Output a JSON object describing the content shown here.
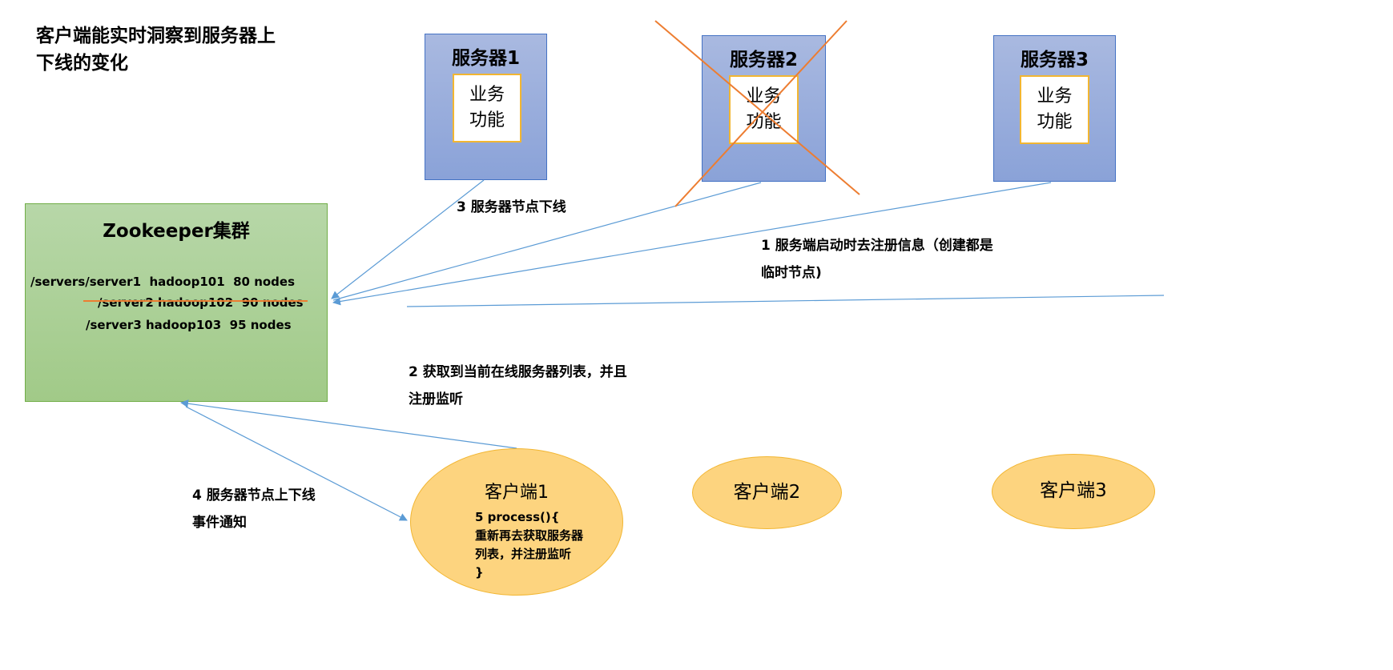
{
  "title": "客户端能实时洞察到服务器上下线的变化",
  "servers": [
    {
      "name": "服务器1",
      "function": "业务功能",
      "offline": false
    },
    {
      "name": "服务器2",
      "function": "业务功能",
      "offline": true
    },
    {
      "name": "服务器3",
      "function": "业务功能",
      "offline": false
    }
  ],
  "zookeeper": {
    "title": "Zookeeper集群",
    "rows": [
      "/servers/server1  hadoop101  80 nodes",
      "/server2 hadoop102  90 nodes",
      "/server3 hadoop103  95 nodes"
    ]
  },
  "steps": {
    "s1": "1  服务端启动时去注册信息（创建都是临时节点)",
    "s2": "2  获取到当前在线服务器列表，并且注册监听",
    "s3": "3 服务器节点下线",
    "s4": "4  服务器节点上下线事件通知"
  },
  "clients": [
    {
      "name": "客户端1",
      "code": [
        "5 process(){",
        "重新再去获取服务器",
        "列表，并注册监听",
        "}"
      ]
    },
    {
      "name": "客户端2"
    },
    {
      "name": "客户端3"
    }
  ],
  "colors": {
    "line": "#5b9bd5",
    "cross": "#ed7d31"
  }
}
